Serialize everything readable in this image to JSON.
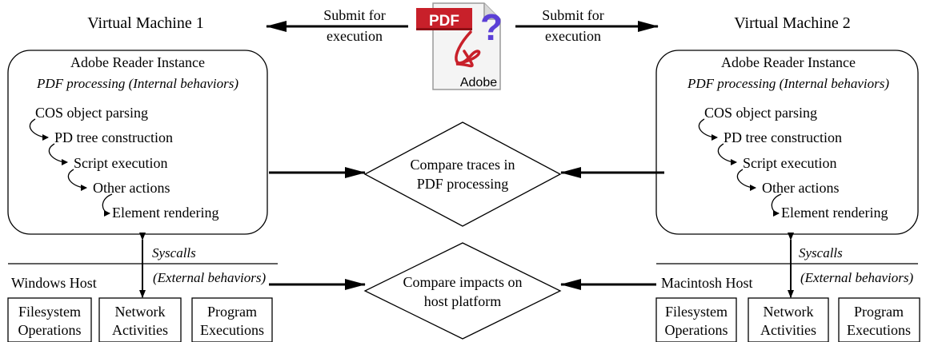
{
  "vm1": {
    "title": "Virtual Machine 1",
    "instance_title": "Adobe Reader Instance",
    "internal_label": "PDF processing (Internal behaviors)",
    "steps": [
      "COS object parsing",
      "PD tree construction",
      "Script execution",
      "Other actions",
      "Element rendering"
    ],
    "syscalls_label": "Syscalls",
    "external_label": "(External behaviors)",
    "host_label": "Windows Host",
    "boxes": [
      {
        "line1": "Filesystem",
        "line2": "Operations"
      },
      {
        "line1": "Network",
        "line2": "Activities"
      },
      {
        "line1": "Program",
        "line2": "Executions"
      }
    ]
  },
  "vm2": {
    "title": "Virtual Machine 2",
    "instance_title": "Adobe Reader Instance",
    "internal_label": "PDF processing (Internal behaviors)",
    "steps": [
      "COS object parsing",
      "PD tree construction",
      "Script execution",
      "Other actions",
      "Element rendering"
    ],
    "syscalls_label": "Syscalls",
    "external_label": "(External behaviors)",
    "host_label": "Macintosh Host",
    "boxes": [
      {
        "line1": "Filesystem",
        "line2": "Operations"
      },
      {
        "line1": "Network",
        "line2": "Activities"
      },
      {
        "line1": "Program",
        "line2": "Executions"
      }
    ]
  },
  "submit_left": {
    "line1": "Submit for",
    "line2": "execution"
  },
  "submit_right": {
    "line1": "Submit for",
    "line2": "execution"
  },
  "pdf_icon": {
    "badge": "PDF",
    "brand": "Adobe",
    "question": "?",
    "icon": "pdf-document-icon",
    "badge_color": "#c8202a",
    "question_color": "#5b3fd6"
  },
  "compare_traces": {
    "line1": "Compare traces in",
    "line2": "PDF processing"
  },
  "compare_impacts": {
    "line1": "Compare impacts on",
    "line2": "host platform"
  }
}
